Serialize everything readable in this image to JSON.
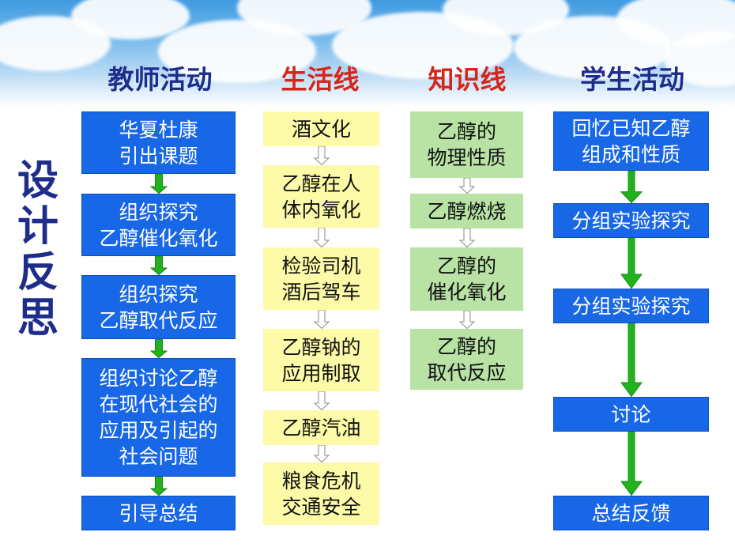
{
  "side_title": [
    "设",
    "计",
    "反",
    "思"
  ],
  "columns": [
    {
      "id": "teacher",
      "title": "教师活动",
      "title_color": "#1f2d8a",
      "boxes": [
        [
          "华夏杜康",
          "引出课题"
        ],
        [
          "组织探究",
          "乙醇催化氧化"
        ],
        [
          "组织探究",
          "乙醇取代反应"
        ],
        [
          "组织讨论乙醇",
          "在现代社会的",
          "应用及引起的",
          "社会问题"
        ],
        [
          "引导总结"
        ]
      ]
    },
    {
      "id": "life",
      "title": "生活线",
      "title_color": "#d6261b",
      "boxes": [
        [
          "酒文化"
        ],
        [
          "乙醇在人",
          "体内氧化"
        ],
        [
          "检验司机",
          "酒后驾车"
        ],
        [
          "乙醇钠的",
          "应用制取"
        ],
        [
          "乙醇汽油"
        ],
        [
          "粮食危机",
          "交通安全"
        ]
      ]
    },
    {
      "id": "knowledge",
      "title": "知识线",
      "title_color": "#d6261b",
      "boxes": [
        [
          "乙醇的",
          "物理性质"
        ],
        [
          "乙醇燃烧"
        ],
        [
          "乙醇的",
          "催化氧化"
        ],
        [
          "乙醇的",
          "取代反应"
        ]
      ]
    },
    {
      "id": "student",
      "title": "学生活动",
      "title_color": "#1f2d8a",
      "boxes": [
        [
          "回忆已知乙醇",
          "组成和性质"
        ],
        [
          "分组实验探究"
        ],
        [
          "分组实验探究"
        ],
        [
          "讨论"
        ],
        [
          "总结反馈"
        ]
      ]
    }
  ],
  "colors": {
    "blue_box": "#1767e6",
    "yellow_box": "#fdfaa8",
    "green_box": "#b8e3a4",
    "green_arrow": "#22b21e"
  }
}
